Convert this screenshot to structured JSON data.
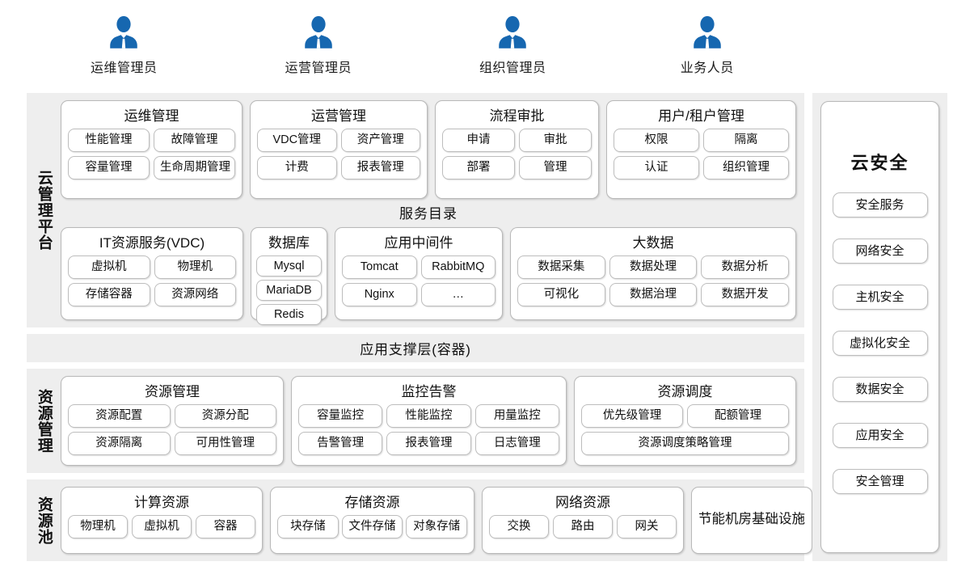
{
  "actors": [
    {
      "icon": "person-icon",
      "label": "运维管理员"
    },
    {
      "icon": "person-icon",
      "label": "运营管理员"
    },
    {
      "icon": "person-icon",
      "label": "组织管理员"
    },
    {
      "icon": "person-icon",
      "label": "业务人员"
    }
  ],
  "bands": {
    "cloud_platform": {
      "label": "云管理平台",
      "management_groups": [
        {
          "title": "运维管理",
          "chips": [
            "性能管理",
            "故障管理",
            "容量管理",
            "生命周期管理"
          ]
        },
        {
          "title": "运营管理",
          "chips": [
            "VDC管理",
            "资产管理",
            "计费",
            "报表管理"
          ]
        },
        {
          "title": "流程审批",
          "chips": [
            "申请",
            "审批",
            "部署",
            "管理"
          ]
        },
        {
          "title": "用户/租户管理",
          "chips": [
            "权限",
            "隔离",
            "认证",
            "组织管理"
          ]
        }
      ],
      "catalog_title": "服务目录",
      "catalog_groups": [
        {
          "title": "IT资源服务(VDC)",
          "chips": [
            "虚拟机",
            "物理机",
            "存储容器",
            "资源网络"
          ]
        },
        {
          "title": "数据库",
          "chips": [
            "Mysql",
            "MariaDB",
            "Redis"
          ]
        },
        {
          "title": "应用中间件",
          "chips": [
            "Tomcat",
            "RabbitMQ",
            "Nginx",
            "…"
          ]
        },
        {
          "title": "大数据",
          "chips": [
            "数据采集",
            "数据处理",
            "数据分析",
            "可视化",
            "数据治理",
            "数据开发"
          ]
        }
      ]
    },
    "app_support": {
      "label": "应用支撑层(容器)"
    },
    "resource_management": {
      "label": "资源管理",
      "groups": [
        {
          "title": "资源管理",
          "chips": [
            "资源配置",
            "资源分配",
            "资源隔离",
            "可用性管理"
          ]
        },
        {
          "title": "监控告警",
          "chips": [
            "容量监控",
            "性能监控",
            "用量监控",
            "告警管理",
            "报表管理",
            "日志管理"
          ]
        },
        {
          "title": "资源调度",
          "chips": [
            "优先级管理",
            "配额管理",
            "资源调度策略管理"
          ]
        }
      ]
    },
    "resource_pool": {
      "label": "资源池",
      "groups": [
        {
          "title": "计算资源",
          "chips": [
            "物理机",
            "虚拟机",
            "容器"
          ]
        },
        {
          "title": "存储资源",
          "chips": [
            "块存储",
            "文件存储",
            "对象存储"
          ]
        },
        {
          "title": "网络资源",
          "chips": [
            "交换",
            "路由",
            "网关"
          ]
        }
      ],
      "infra_label": "节能机房基础设施"
    }
  },
  "security": {
    "title": "云安全",
    "items": [
      "安全服务",
      "网络安全",
      "主机安全",
      "虚拟化安全",
      "数据安全",
      "应用安全",
      "安全管理"
    ]
  },
  "colors": {
    "band_background": "#eeeeee",
    "card_background": "#ffffff",
    "card_border": "#b9b9b9",
    "chip_border": "#bdbdbd",
    "actor_blue": "#1667b0",
    "text": "#1a1a1a"
  }
}
